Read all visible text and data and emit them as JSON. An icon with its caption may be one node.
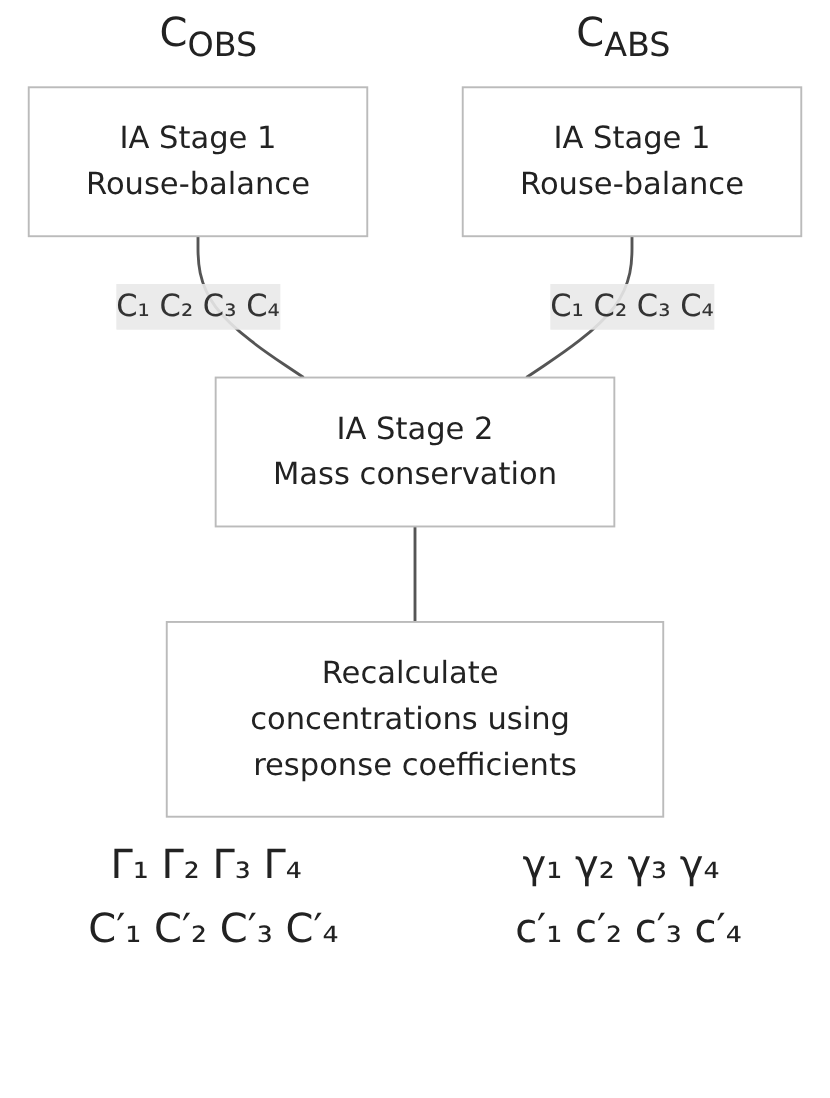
{
  "diagram": {
    "nodes": [
      {
        "text": [
          "IA Stage 1",
          "Rouse-balance"
        ]
      },
      {
        "text": [
          "IA Stage 1",
          "Rouse-balance"
        ]
      },
      {
        "text": [
          "IA Stage 2",
          "Mass conservation"
        ]
      },
      {
        "text": [
          "Recalculate concentrations using response coefficients"
        ]
      }
    ],
    "edges": [
      {
        "from": 0,
        "to": 2,
        "arrow": "none",
        "label": "C₁ C₂ C₃ C₄"
      },
      {
        "from": 1,
        "to": 2,
        "arrow": "none",
        "label": "C₁ C₂ C₃ C₄"
      },
      {
        "from": 2,
        "to": 3,
        "arrow": "none"
      }
    ],
    "labels": [
      "C$_{OBS}$",
      "C$_{ABS}$",
      "Γ₁ Γ₂ Γ₃ Γ₄",
      "γ₁ γ₂ γ₃ γ₄",
      "C′₁ C′₂ C′₃ C′₄",
      "c′₁ c′₂ c′₃ c′₄"
    ]
  }
}
